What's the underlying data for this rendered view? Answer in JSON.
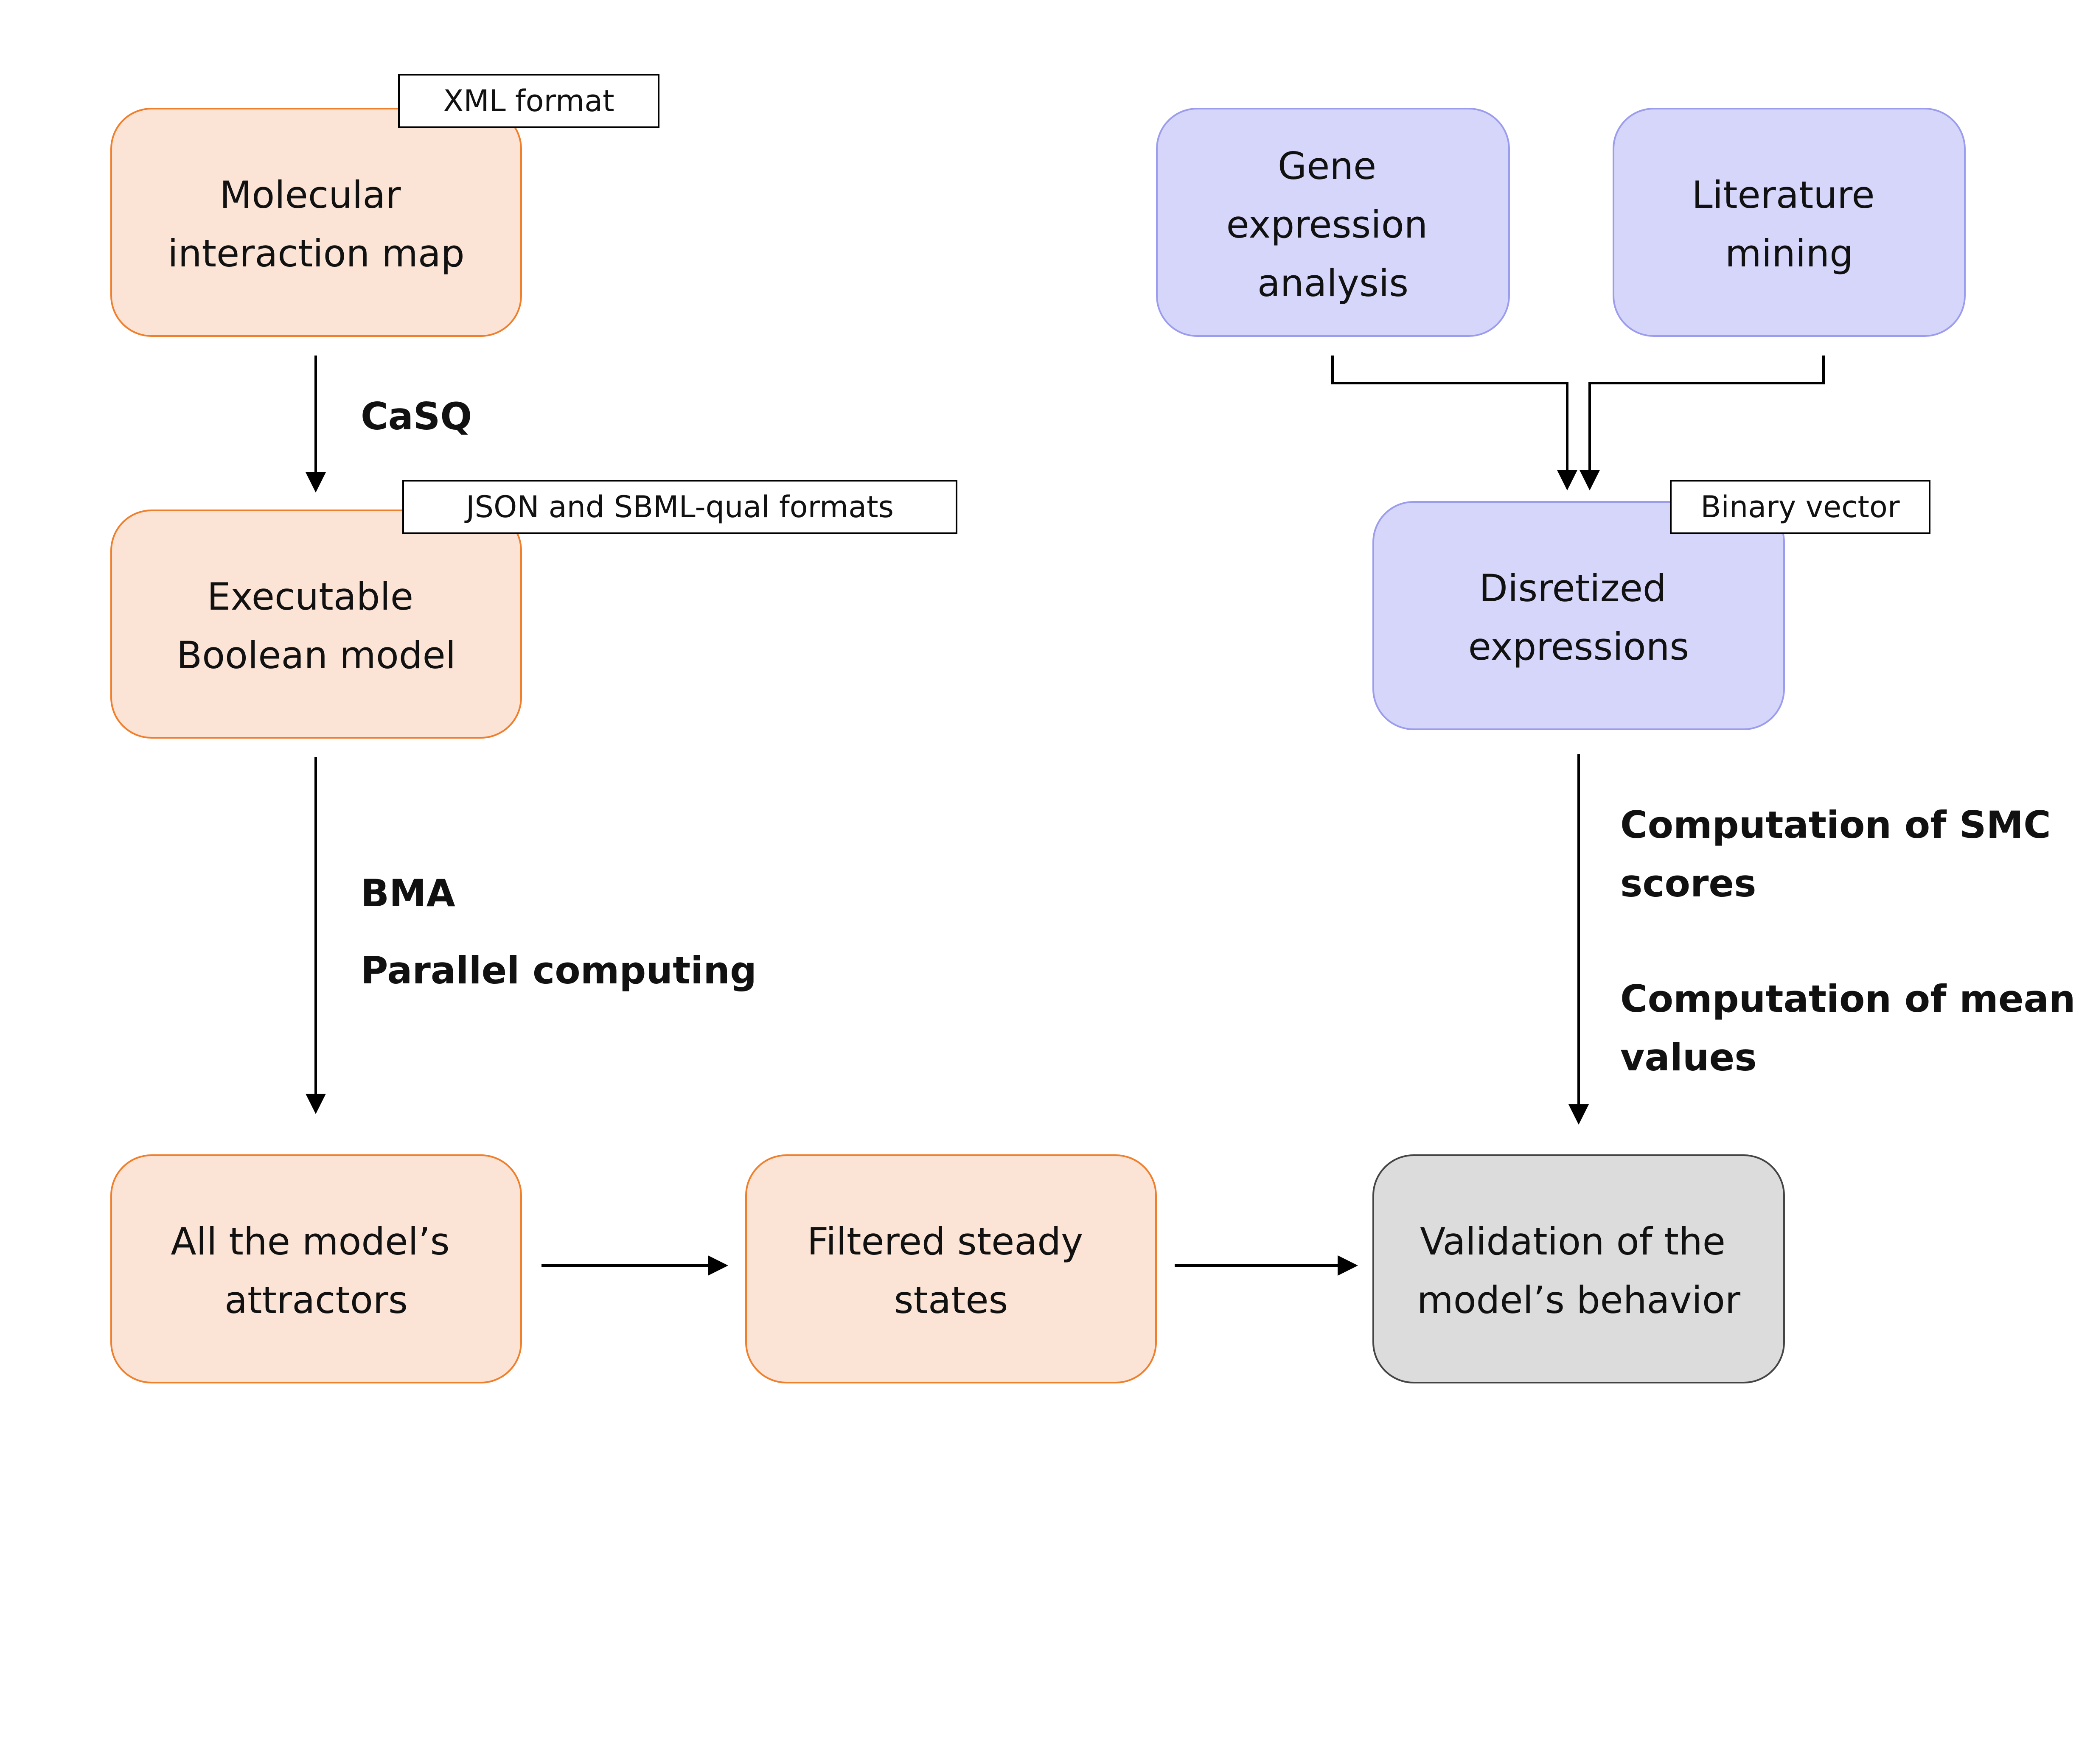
{
  "colors": {
    "orange_fill": "#FBE3D5",
    "orange_stroke": "#F07F2C",
    "blue_fill": "#D6D6FB",
    "blue_stroke": "#9C9CEE",
    "gray_fill": "#DCDCDC",
    "gray_stroke": "#444444",
    "arrow": "#000000"
  },
  "nodes": {
    "molecular_map": {
      "lines": [
        "Molecular",
        "interaction map"
      ]
    },
    "boolean_model": {
      "lines": [
        "Executable",
        "Boolean model"
      ]
    },
    "attractors": {
      "lines": [
        "All the model’s",
        "attractors"
      ]
    },
    "steady_states": {
      "lines": [
        "Filtered steady",
        "states"
      ]
    },
    "validation": {
      "lines": [
        "Validation of the",
        "model’s behavior"
      ]
    },
    "gene_expression": {
      "lines": [
        "Gene",
        "expression",
        "analysis"
      ]
    },
    "literature": {
      "lines": [
        "Literature",
        "mining"
      ]
    },
    "discretized": {
      "lines": [
        "Disretized",
        "expressions"
      ]
    }
  },
  "tags": {
    "xml": "XML format",
    "json_sbml": "JSON and SBML-qual formats",
    "binary": "Binary vector"
  },
  "edge_labels": {
    "casq": [
      "CaSQ"
    ],
    "bma": [
      "BMA"
    ],
    "parallel": [
      "Parallel computing"
    ],
    "smc": [
      "Computation of SMC",
      "scores"
    ],
    "mean": [
      "Computation of mean",
      "values"
    ]
  }
}
